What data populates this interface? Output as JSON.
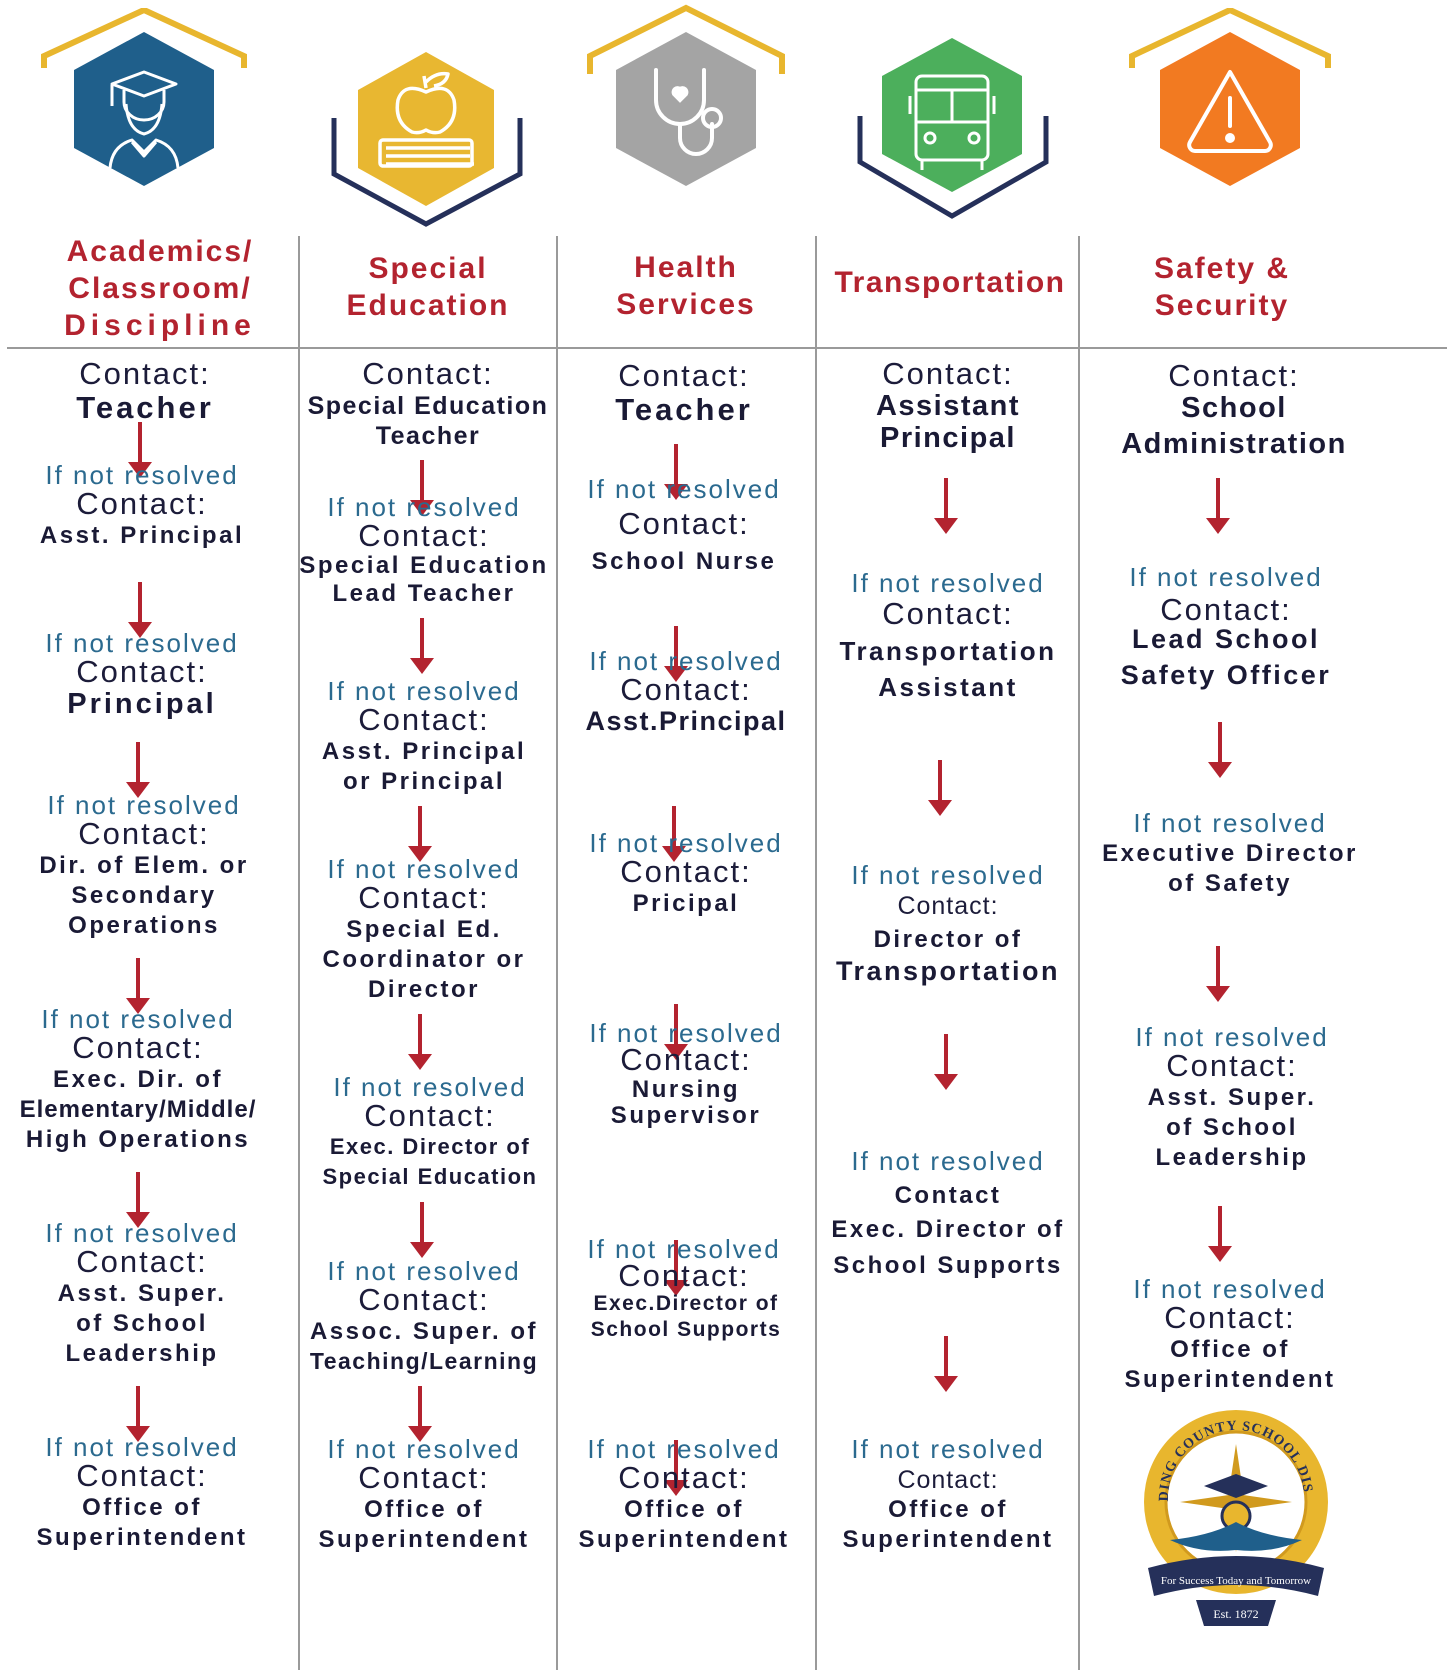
{
  "colors": {
    "header_red": "#b3232f",
    "resolve_blue": "#2b6a8f",
    "name_navy": "#1a1a35",
    "frame_gold": "#e8b62e",
    "frame_navy": "#25305a",
    "hex_blue": "#1f5f8b",
    "hex_yellow": "#e8b731",
    "hex_gray": "#a4a4a4",
    "hex_green": "#4caf5c",
    "hex_orange": "#f27a21"
  },
  "icons": [
    "graduate-icon",
    "apple-book-icon",
    "stethoscope-icon",
    "bus-icon",
    "warning-icon"
  ],
  "columns": [
    {
      "header": [
        "Academics/",
        "Classroom/",
        "Discipline"
      ],
      "steps": [
        {
          "resolve": "",
          "contact": "Contact:",
          "name": [
            "Teacher"
          ]
        },
        {
          "resolve": "If not resolved",
          "contact": "Contact:",
          "name": [
            "Asst. Principal"
          ]
        },
        {
          "resolve": "If not resolved",
          "contact": "Contact:",
          "name": [
            "Principal"
          ]
        },
        {
          "resolve": "If not resolved",
          "contact": "Contact:",
          "name": [
            "Dir. of Elem. or",
            "Secondary",
            "Operations"
          ]
        },
        {
          "resolve": "If not resolved",
          "contact": "Contact:",
          "name": [
            "Exec. Dir. of",
            "Elementary/Middle/",
            "High Operations"
          ]
        },
        {
          "resolve": "If not resolved",
          "contact": "Contact:",
          "name": [
            "Asst. Super.",
            "of School",
            "Leadership"
          ]
        },
        {
          "resolve": "If not resolved",
          "contact": "Contact:",
          "name": [
            "Office of",
            "Superintendent"
          ]
        }
      ]
    },
    {
      "header": [
        "Special",
        "Education"
      ],
      "steps": [
        {
          "resolve": "",
          "contact": "Contact:",
          "name": [
            "Special Education",
            "Teacher"
          ]
        },
        {
          "resolve": "If not resolved",
          "contact": "Contact:",
          "name": [
            "Special Education",
            "Lead Teacher"
          ]
        },
        {
          "resolve": "If not resolved",
          "contact": "Contact:",
          "name": [
            "Asst. Principal",
            "or Principal"
          ]
        },
        {
          "resolve": "If not resolved",
          "contact": "Contact:",
          "name": [
            "Special Ed.",
            "Coordinator or",
            "Director"
          ]
        },
        {
          "resolve": "If not resolved",
          "contact": "Contact:",
          "name": [
            "Exec. Director of",
            "Special Education"
          ]
        },
        {
          "resolve": "If not resolved",
          "contact": "Contact:",
          "name": [
            "Assoc. Super. of",
            "Teaching/Learning"
          ]
        },
        {
          "resolve": "If not resolved",
          "contact": "Contact:",
          "name": [
            "Office of",
            "Superintendent"
          ]
        }
      ]
    },
    {
      "header": [
        "Health",
        "Services"
      ],
      "steps": [
        {
          "resolve": "",
          "contact": "Contact:",
          "name": [
            "Teacher"
          ]
        },
        {
          "resolve": "If not resolved",
          "contact": "Contact:",
          "name": [
            "School Nurse"
          ]
        },
        {
          "resolve": "If not resolved",
          "contact": "Contact:",
          "name": [
            "Asst.Principal"
          ]
        },
        {
          "resolve": "If not resolved",
          "contact": "Contact:",
          "name": [
            "Pricipal"
          ]
        },
        {
          "resolve": "If not resolved",
          "contact": "Contact:",
          "name": [
            "Nursing",
            "Supervisor"
          ]
        },
        {
          "resolve": "If not resolved",
          "contact": "Contact:",
          "name": [
            "Exec.Director of",
            "School Supports"
          ]
        },
        {
          "resolve": "If not resolved",
          "contact": "Contact:",
          "name": [
            "Office of",
            "Superintendent"
          ]
        }
      ]
    },
    {
      "header": [
        "Transportation"
      ],
      "steps": [
        {
          "resolve": "",
          "contact": "Contact:",
          "name": [
            "Assistant",
            "Principal"
          ]
        },
        {
          "resolve": "If not resolved",
          "contact": "Contact:",
          "name": [
            "Transportation",
            "Assistant"
          ]
        },
        {
          "resolve": "If not resolved",
          "contact": "Contact:",
          "name": [
            "Director of",
            "Transportation"
          ]
        },
        {
          "resolve": "If not resolved",
          "contact": "Contact",
          "name": [
            "Exec. Director of",
            "School Supports"
          ]
        },
        {
          "resolve": "If not resolved",
          "contact": "Contact:",
          "name": [
            "Office of",
            "Superintendent"
          ]
        }
      ]
    },
    {
      "header": [
        "Safety &",
        "Security"
      ],
      "steps": [
        {
          "resolve": "",
          "contact": "Contact:",
          "name": [
            "School",
            "Administration"
          ]
        },
        {
          "resolve": "If not resolved",
          "contact": "Contact:",
          "name": [
            "Lead School",
            "Safety Officer"
          ]
        },
        {
          "resolve": "If not resolved",
          "contact": "",
          "name": [
            "Executive Director",
            "of Safety"
          ]
        },
        {
          "resolve": "If not resolved",
          "contact": "Contact:",
          "name": [
            "Asst. Super.",
            "of School",
            "Leadership"
          ]
        },
        {
          "resolve": "If not resolved",
          "contact": "Contact:",
          "name": [
            "Office of",
            "Superintendent"
          ]
        }
      ]
    }
  ],
  "logo": {
    "ring_text": "PAULDING COUNTY SCHOOL DISTRICT",
    "banner": "For Success Today and Tomorrow",
    "est": "Est. 1872"
  }
}
